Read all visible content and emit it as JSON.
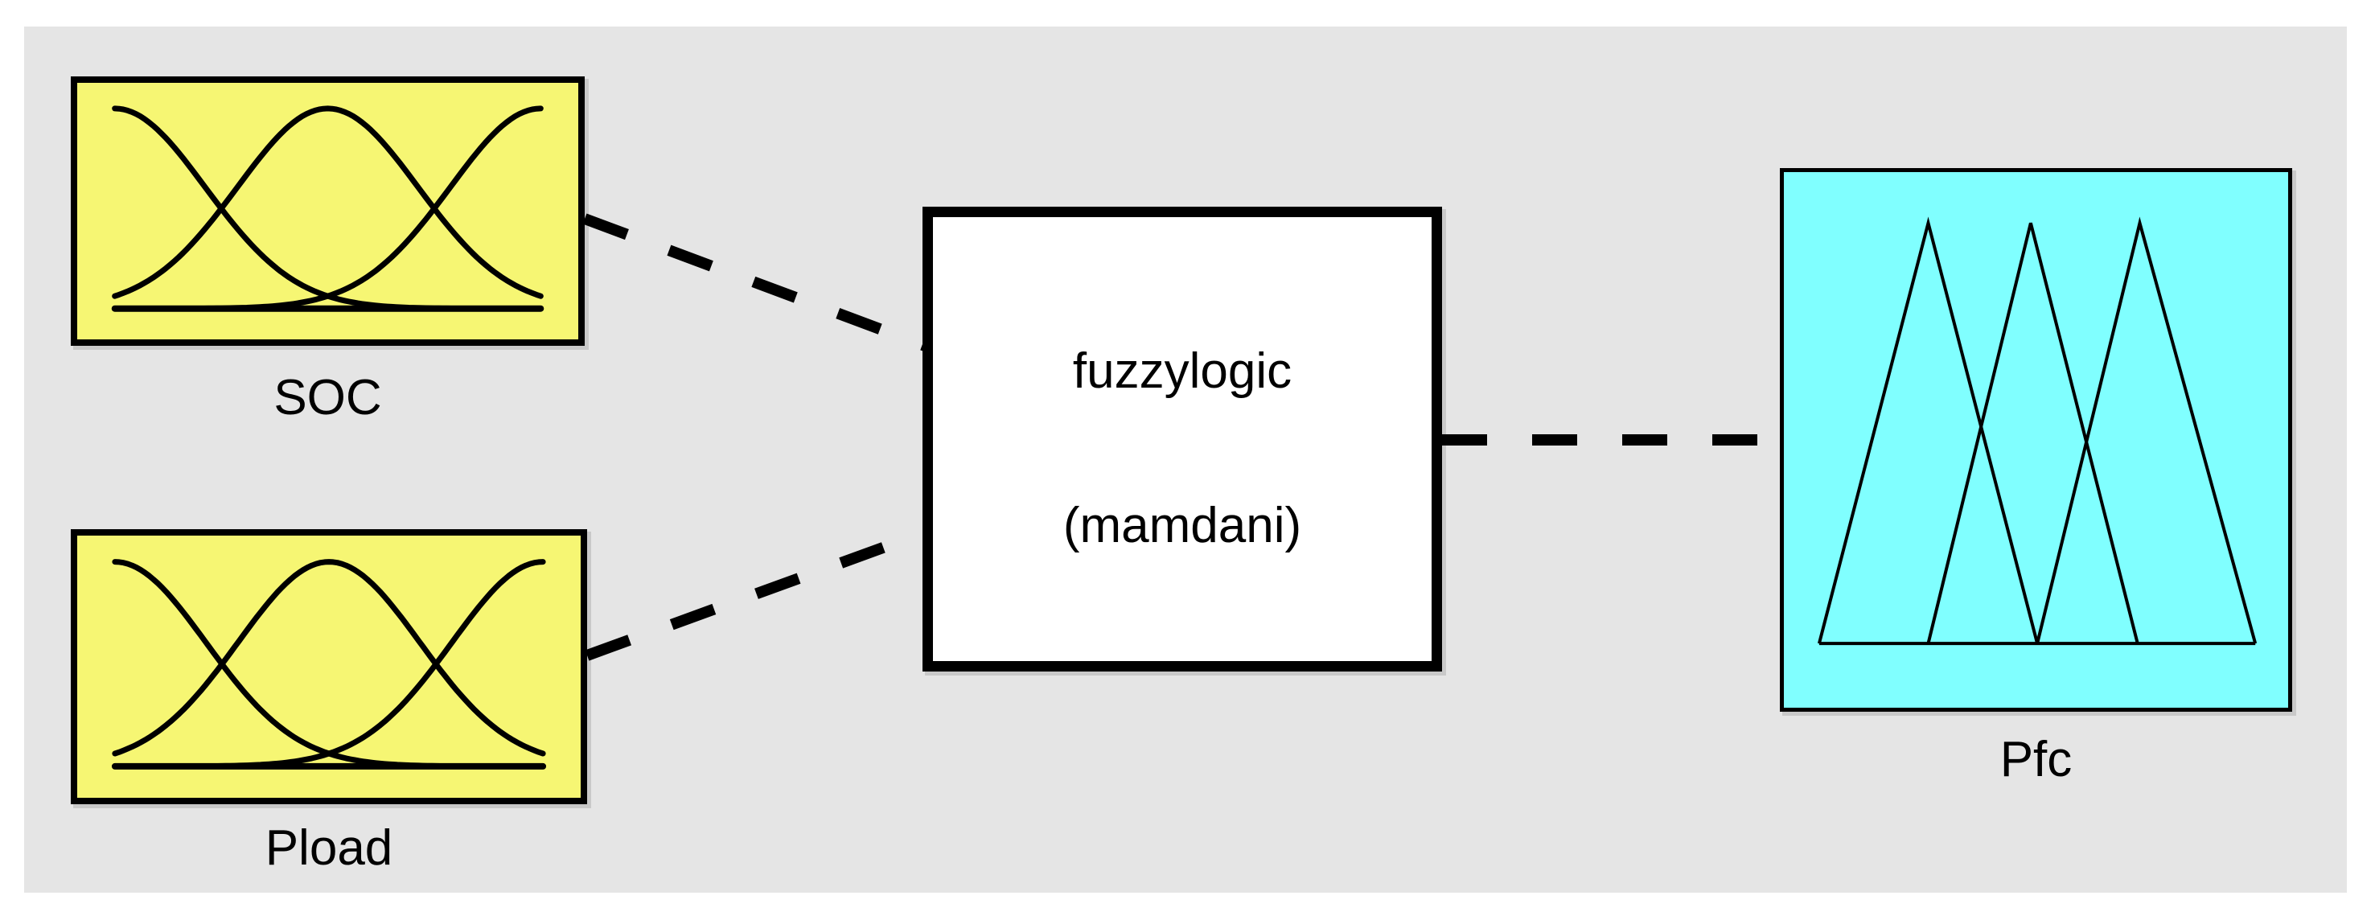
{
  "diagram": {
    "type": "fuzzy-inference-system",
    "inputs": [
      {
        "label": "SOC",
        "mf_type": "gaussian",
        "mf_count": 3,
        "fill": "#f6f673"
      },
      {
        "label": "Pload",
        "mf_type": "gaussian",
        "mf_count": 3,
        "fill": "#f6f673"
      }
    ],
    "system": {
      "name": "fuzzylogic",
      "method": "(mamdani)",
      "fill": "#ffffff"
    },
    "outputs": [
      {
        "label": "Pfc",
        "mf_type": "triangular",
        "mf_count": 3,
        "fill": "#80ffff"
      }
    ],
    "connections": [
      {
        "from": "SOC",
        "to": "fuzzylogic",
        "style": "dashed"
      },
      {
        "from": "Pload",
        "to": "fuzzylogic",
        "style": "dashed"
      },
      {
        "from": "fuzzylogic",
        "to": "Pfc",
        "style": "dashed"
      }
    ],
    "colors": {
      "page_bg": "#ffffff",
      "panel_bg": "#e5e5e5",
      "line": "#000000"
    }
  }
}
